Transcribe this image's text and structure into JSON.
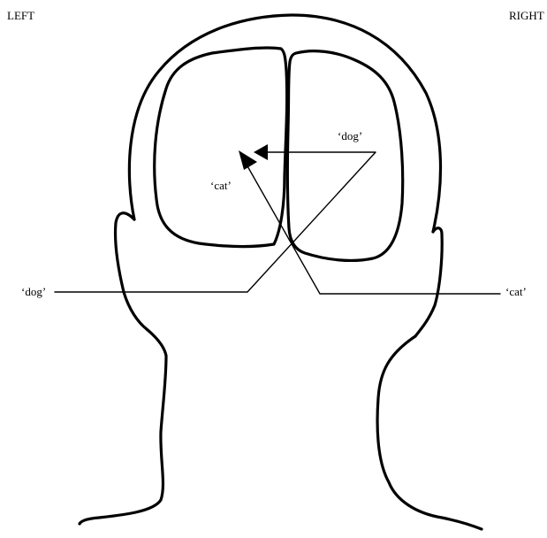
{
  "labels": {
    "left": "LEFT",
    "right": "RIGHT",
    "dog_outside": "‘dog’",
    "cat_outside": "‘cat’",
    "dog_inside": "‘dog’",
    "cat_inside": "‘cat’"
  }
}
